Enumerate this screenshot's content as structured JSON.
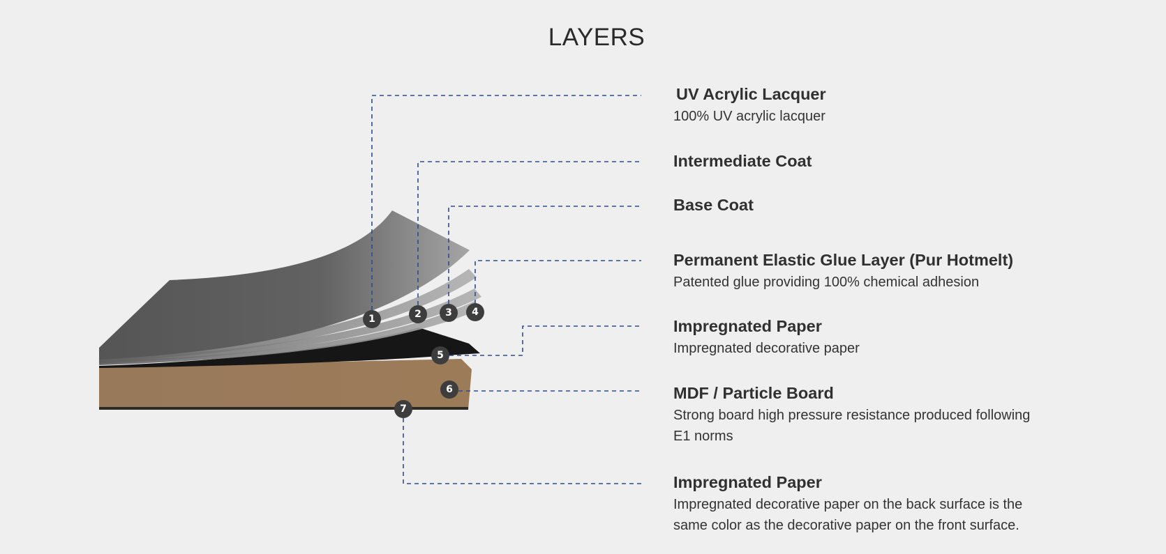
{
  "title": "LAYERS",
  "colors": {
    "background": "#f0eff0",
    "leader": "#2c4b8e",
    "badge": "#3d3d3d",
    "board": "#9a7a5b"
  },
  "layers": [
    {
      "number": "1",
      "title": "UV Acrylic Lacquer",
      "description": "100% UV acrylic lacquer"
    },
    {
      "number": "2",
      "title": "Intermediate Coat"
    },
    {
      "number": "3",
      "title": "Base Coat"
    },
    {
      "number": "4",
      "title": "Permanent Elastic Glue Layer (Pur Hotmelt)",
      "description": "Patented glue providing 100% chemical adhesion"
    },
    {
      "number": "5",
      "title": "Impregnated Paper",
      "description": "Impregnated decorative paper"
    },
    {
      "number": "6",
      "title": "MDF / Particle Board",
      "description_lines": [
        "Strong board high pressure resistance produced following",
        "E1 norms"
      ]
    },
    {
      "number": "7",
      "title": "Impregnated Paper",
      "description_lines": [
        "Impregnated decorative paper on the back surface is the",
        "same color as the decorative paper on the front surface."
      ]
    }
  ]
}
